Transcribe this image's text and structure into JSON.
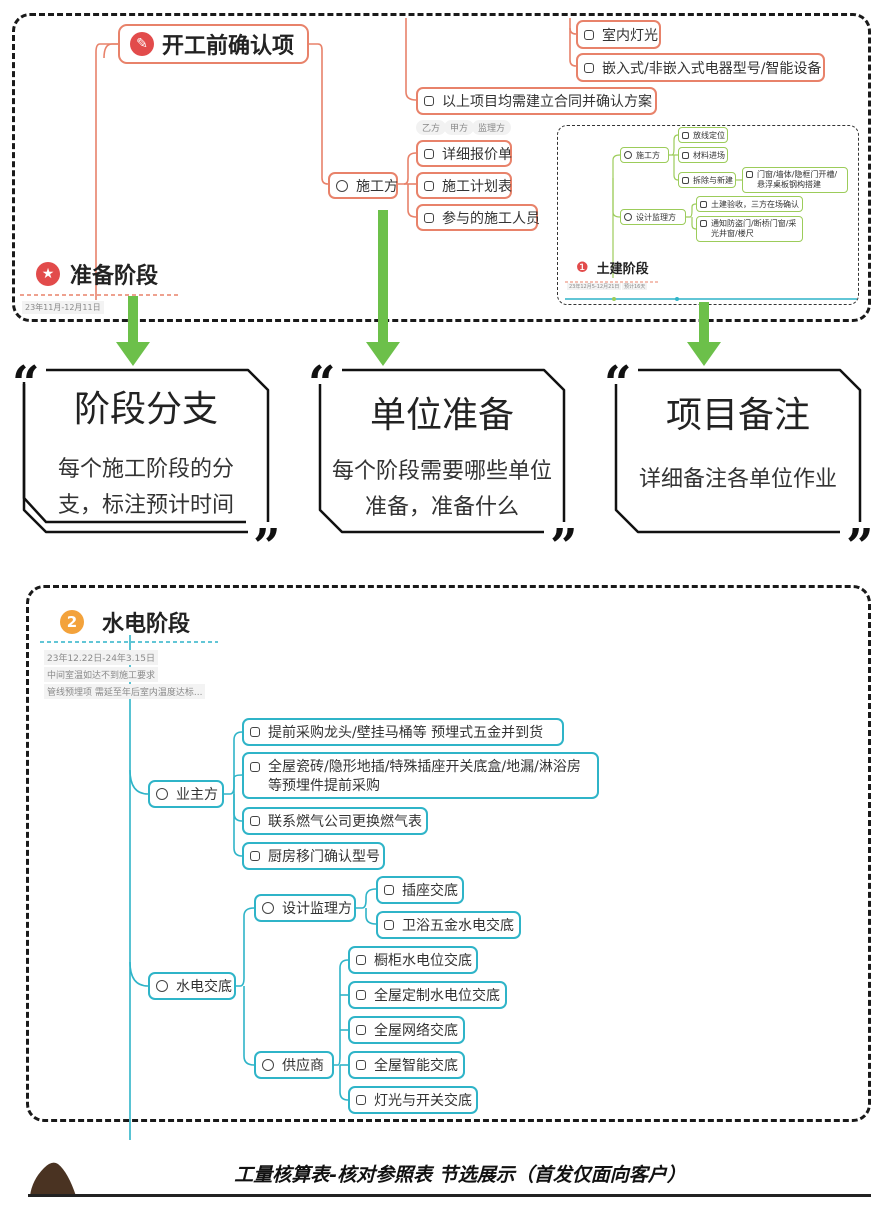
{
  "top_panel": {
    "precheck_title": "开工前确认项",
    "items_lighting": "室内灯光",
    "items_appliance": "嵌入式/非嵌入式电器型号/智能设备",
    "items_contract": "以上项目均需建立合同并确认方案",
    "tags": [
      "乙方",
      "甲方",
      "监理方"
    ],
    "construction_party": "施工方",
    "construction_items": [
      "详细报价单",
      "施工计划表",
      "参与的施工人员"
    ],
    "prep_phase_title": "准备阶段",
    "prep_phase_date": "23年11月-12月11日",
    "civil_thumb": {
      "construction_party": "施工方",
      "construction_items": [
        "放线定位",
        "材料进场",
        "拆除与新建"
      ],
      "demolish_detail": "门窗/墙体/隐框门开槽/悬浮桌板钢构搭建",
      "supervisor": "设计监理方",
      "supervisor_items": [
        "土建验收，三方在场确认",
        "通知防盗门/断桥门窗/采光井窗/楼尺"
      ],
      "phase_number": "❶",
      "phase_title": "土建阶段",
      "phase_date": "23年12月5-12月21日",
      "phase_note": "预计16天"
    }
  },
  "cards": [
    {
      "title": "阶段分支",
      "body": "每个施工阶段的分支，标注预计时间"
    },
    {
      "title": "单位准备",
      "body": "每个阶段需要哪些单位准备，准备什么"
    },
    {
      "title": "项目备注",
      "body": "详细备注各单位作业"
    }
  ],
  "quote_open": "“",
  "quote_close": "”",
  "water_panel": {
    "phase_number": "2",
    "phase_title": "水电阶段",
    "meta": [
      "23年12.22日-24年3.15日",
      "中间室温如达不到施工要求",
      "管线预埋项 需延至年后室内温度达标..."
    ],
    "owner": "业主方",
    "owner_items": [
      "提前采购龙头/壁挂马桶等 预埋式五金并到货",
      "全屋瓷砖/隐形地插/特殊插座开关底盒/地漏/淋浴房等预埋件提前采购",
      "联系燃气公司更换燃气表",
      "厨房移门确认型号"
    ],
    "handover": "水电交底",
    "supervisor": "设计监理方",
    "supervisor_items": [
      "插座交底",
      "卫浴五金水电交底"
    ],
    "supplier": "供应商",
    "supplier_items": [
      "橱柜水电位交底",
      "全屋定制水电位交底",
      "全屋网络交底",
      "全屋智能交底",
      "灯光与开关交底"
    ]
  },
  "footer": {
    "text": "工量核算表-核对参照表 节选展示（首发仅面向客户）"
  }
}
